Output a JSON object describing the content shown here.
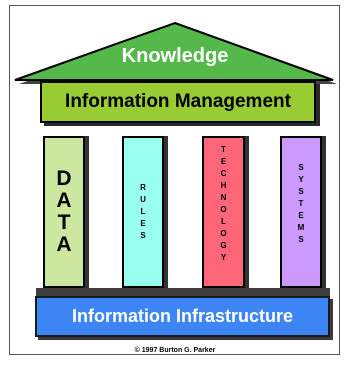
{
  "roof": {
    "label": "Knowledge",
    "color": "#55b84a"
  },
  "beam": {
    "label": "Information Management",
    "color": "#99cc33"
  },
  "pillars": [
    {
      "name": "data",
      "letters": [
        "D",
        "A",
        "T",
        "A"
      ],
      "color": "#cce8a0"
    },
    {
      "name": "rules",
      "letters": [
        "R",
        "U",
        "L",
        "E",
        "S"
      ],
      "color": "#99ffee"
    },
    {
      "name": "technology",
      "letters": [
        "T",
        "E",
        "C",
        "H",
        "N",
        "O",
        "L",
        "O",
        "G",
        "Y"
      ],
      "color": "#ff6677"
    },
    {
      "name": "systems",
      "letters": [
        "S",
        "Y",
        "S",
        "T",
        "E",
        "M",
        "S"
      ],
      "color": "#cc99ff"
    }
  ],
  "base": {
    "label": "Information Infrastructure",
    "color": "#3d85f5"
  },
  "copyright": "© 1997 Burton G. Parker"
}
